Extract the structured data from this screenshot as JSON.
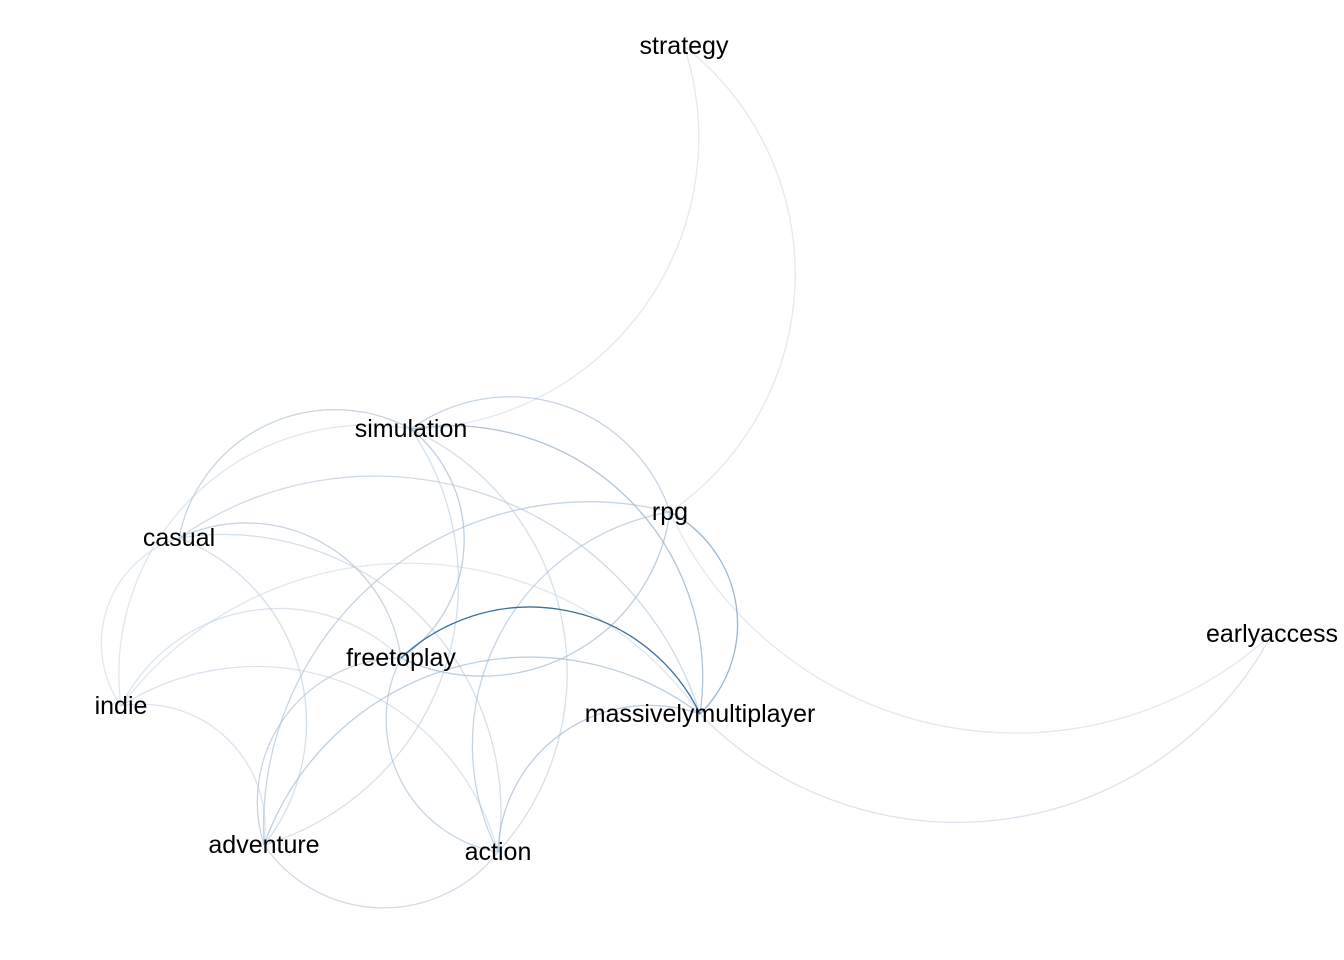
{
  "diagram": {
    "type": "network",
    "directed": false,
    "edge_color_low": "#dde6ef",
    "edge_color_high": "#3a6f9c",
    "nodes": [
      {
        "id": "strategy",
        "label": "strategy"
      },
      {
        "id": "simulation",
        "label": "simulation"
      },
      {
        "id": "rpg",
        "label": "rpg"
      },
      {
        "id": "casual",
        "label": "casual"
      },
      {
        "id": "freetoplay",
        "label": "freetoplay"
      },
      {
        "id": "earlyaccess",
        "label": "earlyaccess"
      },
      {
        "id": "indie",
        "label": "indie"
      },
      {
        "id": "massivelymultiplayer",
        "label": "massivelymultiplayer"
      },
      {
        "id": "adventure",
        "label": "adventure"
      },
      {
        "id": "action",
        "label": "action"
      }
    ],
    "edges": [
      {
        "from": "freetoplay",
        "to": "massivelymultiplayer",
        "weight": 1.0
      },
      {
        "from": "rpg",
        "to": "massivelymultiplayer",
        "weight": 0.55
      },
      {
        "from": "simulation",
        "to": "massivelymultiplayer",
        "weight": 0.45
      },
      {
        "from": "simulation",
        "to": "freetoplay",
        "weight": 0.35
      },
      {
        "from": "simulation",
        "to": "rpg",
        "weight": 0.3
      },
      {
        "from": "casual",
        "to": "freetoplay",
        "weight": 0.3
      },
      {
        "from": "casual",
        "to": "simulation",
        "weight": 0.3
      },
      {
        "from": "rpg",
        "to": "freetoplay",
        "weight": 0.35
      },
      {
        "from": "adventure",
        "to": "freetoplay",
        "weight": 0.3
      },
      {
        "from": "action",
        "to": "freetoplay",
        "weight": 0.3
      },
      {
        "from": "action",
        "to": "massivelymultiplayer",
        "weight": 0.35
      },
      {
        "from": "adventure",
        "to": "massivelymultiplayer",
        "weight": 0.35
      },
      {
        "from": "action",
        "to": "rpg",
        "weight": 0.3
      },
      {
        "from": "adventure",
        "to": "rpg",
        "weight": 0.3
      },
      {
        "from": "casual",
        "to": "massivelymultiplayer",
        "weight": 0.25
      },
      {
        "from": "casual",
        "to": "action",
        "weight": 0.2
      },
      {
        "from": "casual",
        "to": "adventure",
        "weight": 0.2
      },
      {
        "from": "indie",
        "to": "freetoplay",
        "weight": 0.15
      },
      {
        "from": "indie",
        "to": "action",
        "weight": 0.15
      },
      {
        "from": "indie",
        "to": "adventure",
        "weight": 0.15
      },
      {
        "from": "indie",
        "to": "casual",
        "weight": 0.12
      },
      {
        "from": "indie",
        "to": "simulation",
        "weight": 0.12
      },
      {
        "from": "indie",
        "to": "massivelymultiplayer",
        "weight": 0.12
      },
      {
        "from": "action",
        "to": "adventure",
        "weight": 0.25
      },
      {
        "from": "simulation",
        "to": "action",
        "weight": 0.2
      },
      {
        "from": "simulation",
        "to": "adventure",
        "weight": 0.2
      },
      {
        "from": "strategy",
        "to": "simulation",
        "weight": 0.1
      },
      {
        "from": "strategy",
        "to": "rpg",
        "weight": 0.1
      },
      {
        "from": "earlyaccess",
        "to": "massivelymultiplayer",
        "weight": 0.15
      },
      {
        "from": "earlyaccess",
        "to": "rpg",
        "weight": 0.1
      }
    ]
  }
}
